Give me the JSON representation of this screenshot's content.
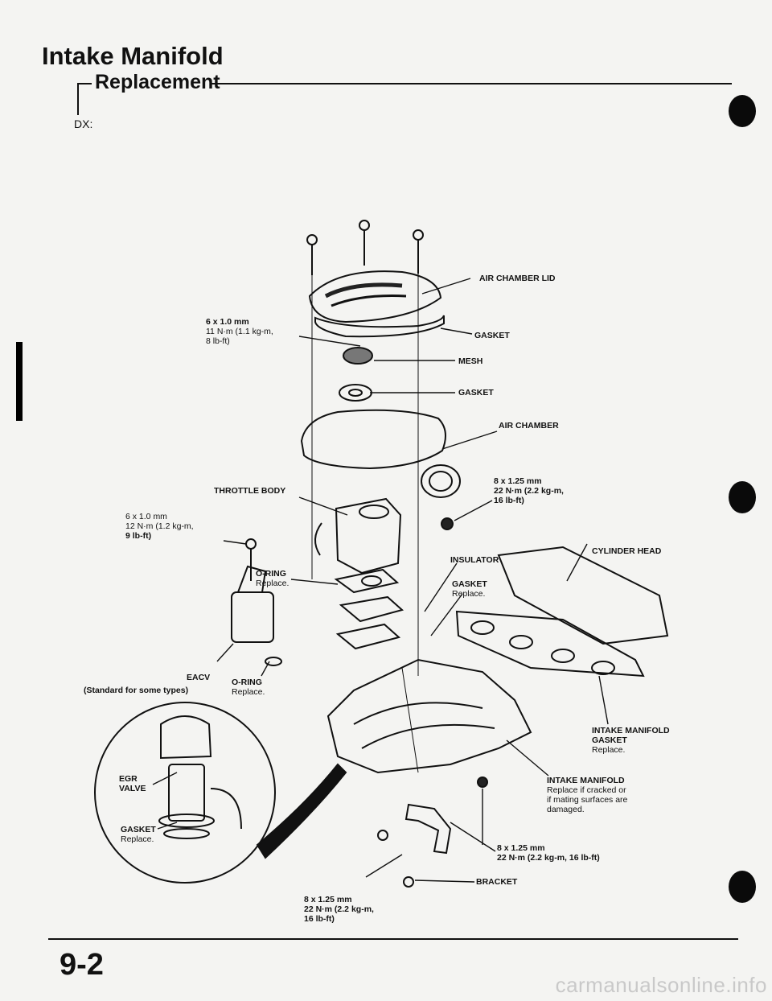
{
  "header": {
    "title": "Intake Manifold",
    "section": "Replacement",
    "variant": "DX:"
  },
  "labels": {
    "air_chamber_lid": "AIR CHAMBER LID",
    "gasket_upper": "GASKET",
    "mesh": "MESH",
    "gasket_mid": "GASKET",
    "air_chamber": "AIR CHAMBER",
    "throttle_body": "THROTTLE BODY",
    "insulator": "INSULATOR",
    "oring_1": "O-RING",
    "oring_1_note": "Replace.",
    "gasket_replace": "GASKET",
    "gasket_replace_note": "Replace.",
    "cylinder_head": "CYLINDER HEAD",
    "eacv": "EACV",
    "standard_note": "(Standard for some types)",
    "oring_2": "O-RING",
    "oring_2_note": "Replace.",
    "egr_valve_1": "EGR",
    "egr_valve_2": "VALVE",
    "egr_gasket": "GASKET",
    "egr_gasket_note": "Replace.",
    "manifold_gasket_1": "INTAKE MANIFOLD",
    "manifold_gasket_2": "GASKET",
    "manifold_gasket_note": "Replace.",
    "manifold_1": "INTAKE MANIFOLD",
    "manifold_note_1": "Replace if cracked or",
    "manifold_note_2": "if mating surfaces are",
    "manifold_note_3": "damaged.",
    "bracket": "BRACKET"
  },
  "torques": {
    "t1": {
      "size": "6 x 1.0 mm",
      "spec1": "11 N·m (1.1 kg-m,",
      "spec2": "8 lb-ft)"
    },
    "t2": {
      "size": "8 x 1.25 mm",
      "spec1": "22 N·m (2.2 kg-m,",
      "spec2": "16 lb-ft)"
    },
    "t3": {
      "size": "6 x 1.0 mm",
      "spec1": "12 N·m (1.2 kg-m,",
      "spec2": "9 lb-ft)"
    },
    "t4": {
      "size": "8 x 1.25 mm",
      "spec1": "22 N·m (2.2 kg-m, 16 lb-ft)"
    },
    "t5": {
      "size": "8 x 1.25 mm",
      "spec1": "22 N·m (2.2 kg-m,",
      "spec2": "16 lb-ft)"
    }
  },
  "footer": {
    "page_number": "9-2",
    "watermark": "carmanualsonline.info"
  }
}
